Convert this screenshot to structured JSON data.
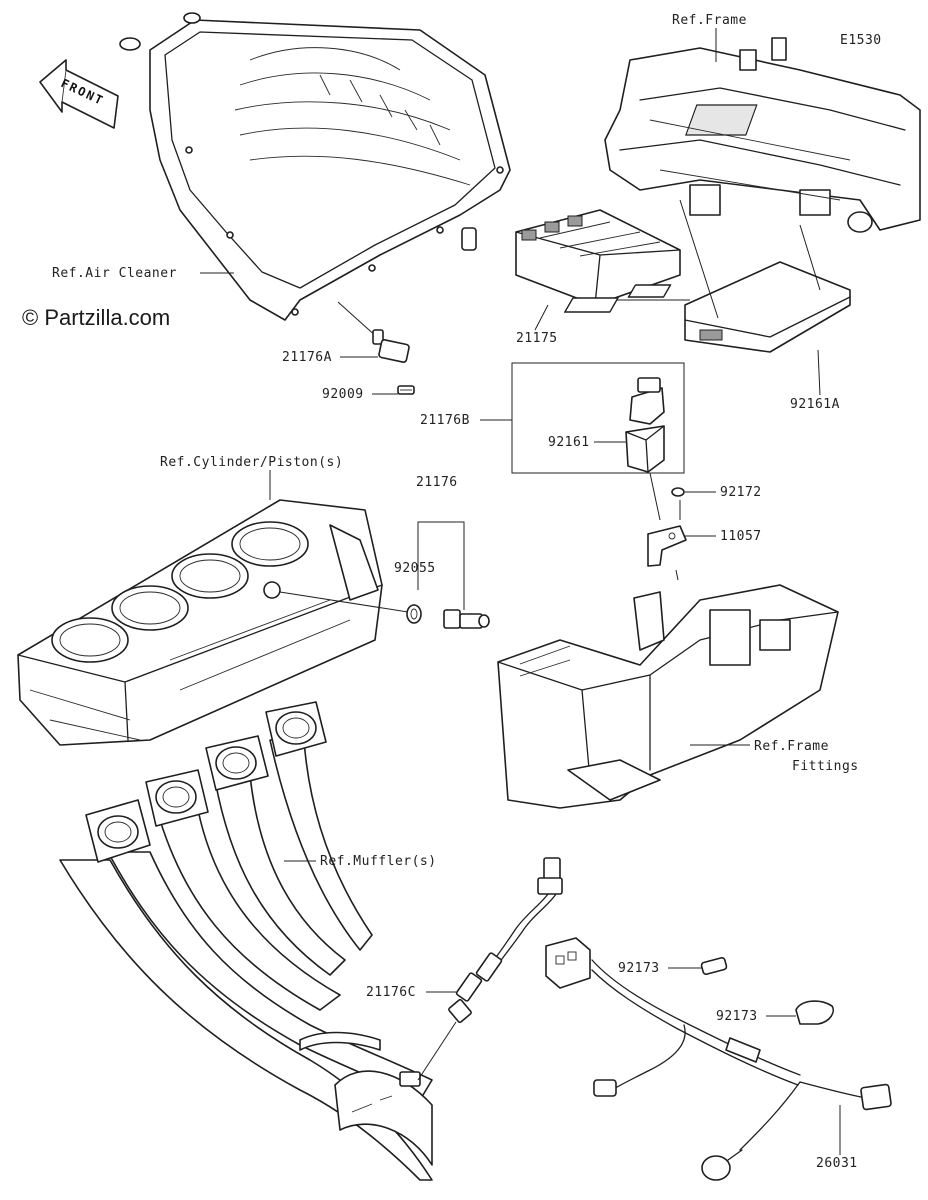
{
  "diagram_code": "E1530",
  "watermark": "© Partzilla.com",
  "front_badge": "FRONT",
  "labels": {
    "ref_frame": "Ref.Frame",
    "ref_air_cleaner": "Ref.Air Cleaner",
    "p21175": "21175",
    "p92161A": "92161A",
    "p21176A": "21176A",
    "p92009": "92009",
    "p21176B": "21176B",
    "p92161": "92161",
    "ref_cylinder": "Ref.Cylinder/Piston(s)",
    "p21176": "21176",
    "p92055": "92055",
    "p92172": "92172",
    "p11057": "11057",
    "ref_frame_fittings_1": "Ref.Frame",
    "ref_frame_fittings_2": "Fittings",
    "ref_muffler": "Ref.Muffler(s)",
    "p92173a": "92173",
    "p92173b": "92173",
    "p21176C": "21176C",
    "p26031": "26031"
  }
}
